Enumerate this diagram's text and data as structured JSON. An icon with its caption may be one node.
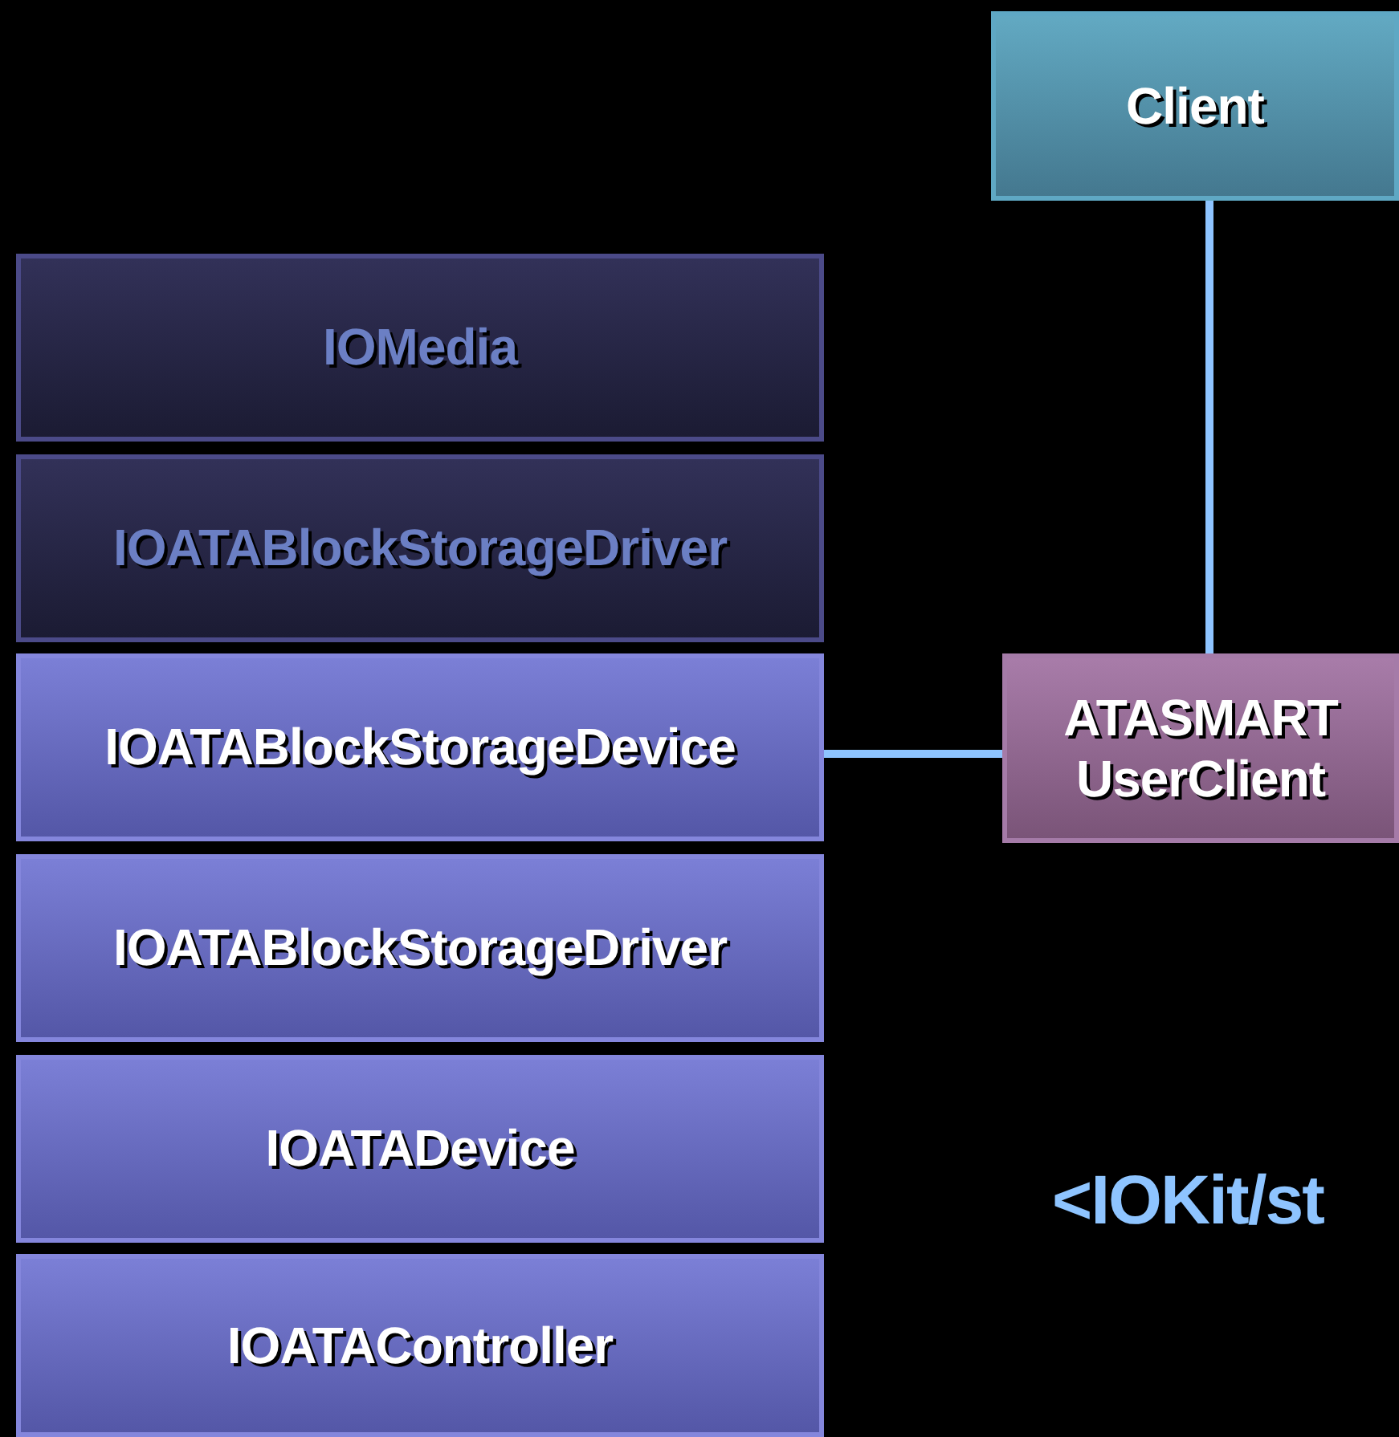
{
  "diagram": {
    "nodes": [
      {
        "text": [
          "Client"
        ]
      },
      {
        "text": [
          "IOMedia"
        ]
      },
      {
        "text": [
          "IOATABlockStorageDriver"
        ]
      },
      {
        "text": [
          "IOATABlockStorageDevice"
        ]
      },
      {
        "text": [
          "ATASMART UserClient"
        ]
      },
      {
        "text": [
          "IOATABlockStorageDriver"
        ]
      },
      {
        "text": [
          "IOATADevice"
        ]
      },
      {
        "text": [
          "IOATAController"
        ]
      }
    ],
    "edges": [
      {
        "from": 0,
        "to": 4,
        "arrow": "none"
      },
      {
        "from": 3,
        "to": 4,
        "arrow": "none"
      }
    ],
    "labels": [
      "<IOKit/st"
    ]
  }
}
